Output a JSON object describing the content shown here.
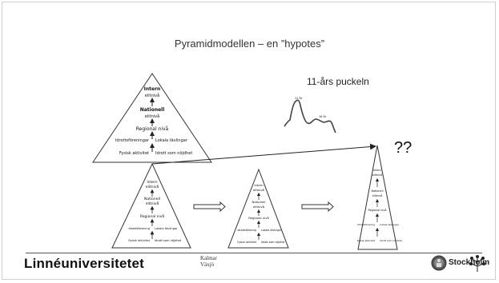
{
  "slide": {
    "title": "Pyramidmodellen – en ”hypotes”",
    "hump_label": "11-års puckeln",
    "question_marks": "??",
    "chart_peak_label": "11 år",
    "chart_second_label": "16 år"
  },
  "pyramid_main": {
    "level1_line1": "Intern",
    "level1_line2": "elitnivå",
    "level2_line1": "Nationell",
    "level2_line2": "elitnivå",
    "level3": "Regional nivå",
    "level4_left": "Idrottsföreningar",
    "level4_right": "Lokala tävlingar",
    "level5_left": "Fysisk aktivitet",
    "level5_right": "Idrott som nöjdhet"
  },
  "pyramid_small": {
    "level1_line1": "Intern",
    "level1_line2": "elitnivå",
    "level2_line1": "Nationell",
    "level2_line2": "elitnivå",
    "level3": "Regional nivå",
    "level4_left": "Idrottsförening",
    "level4_right": "Lokala tävlingar",
    "level5_left": "Fysisk aktivitet",
    "level5_right": "Idrott som nöjdhet"
  },
  "footer": {
    "university": "Linnéuniversitetet",
    "city_1": "Kalmar",
    "city_2": "Växjö",
    "partner": "Stockholm"
  },
  "colors": {
    "stroke": "#222222",
    "frame": "#cfcfcf",
    "logo_badge": "#555555"
  }
}
